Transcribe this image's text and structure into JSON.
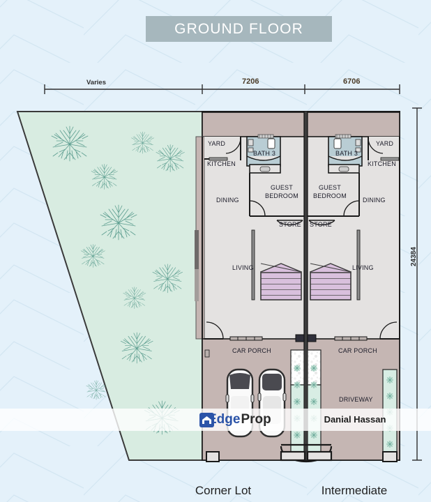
{
  "title": {
    "text": "GROUND FLOOR",
    "banner_color": "#a6b7bd"
  },
  "dimensions": {
    "top": [
      {
        "label": "Varies",
        "style": "plain"
      },
      {
        "label": "7206",
        "style": "bold"
      },
      {
        "label": "6706",
        "style": "bold"
      }
    ],
    "right": {
      "label": "24384"
    }
  },
  "units": {
    "left": {
      "caption": "Corner Lot",
      "rooms": [
        {
          "name": "YARD",
          "label": "YARD"
        },
        {
          "name": "KITCHEN",
          "label": "KITCHEN"
        },
        {
          "name": "BATH 3",
          "label": "BATH 3"
        },
        {
          "name": "DINING",
          "label": "DINING"
        },
        {
          "name": "GUEST BEDROOM",
          "line1": "GUEST",
          "line2": "BEDROOM"
        },
        {
          "name": "STORE",
          "label": "STORE"
        },
        {
          "name": "LIVING",
          "label": "LIVING"
        },
        {
          "name": "CAR PORCH",
          "label": "CAR PORCH"
        }
      ]
    },
    "right": {
      "caption": "Intermediate",
      "rooms": [
        {
          "name": "YARD",
          "label": "YARD"
        },
        {
          "name": "KITCHEN",
          "label": "KITCHEN"
        },
        {
          "name": "BATH 3",
          "label": "BATH 3"
        },
        {
          "name": "DINING",
          "label": "DINING"
        },
        {
          "name": "GUEST BEDROOM",
          "line1": "GUEST",
          "line2": "BEDROOM"
        },
        {
          "name": "STORE",
          "label": "STORE"
        },
        {
          "name": "LIVING",
          "label": "LIVING"
        },
        {
          "name": "CAR PORCH",
          "label": "CAR PORCH"
        },
        {
          "name": "DRIVEWAY",
          "label": "DRIVEWAY"
        }
      ]
    }
  },
  "labels": {
    "yard_left": "YARD",
    "yard_right": "YARD",
    "kitchen_left": "KITCHEN",
    "kitchen_right": "KITCHEN",
    "bath_left": "BATH 3",
    "bath_right": "BATH 3",
    "dining_left": "DINING",
    "dining_right": "DINING",
    "guest_left_1": "GUEST",
    "guest_left_2": "BEDROOM",
    "guest_right_1": "GUEST",
    "guest_right_2": "BEDROOM",
    "store_left": "STORE",
    "store_right": "STORE",
    "living_left": "LIVING",
    "living_right": "LIVING",
    "porch_left": "CAR PORCH",
    "porch_right": "CAR PORCH",
    "driveway": "DRIVEWAY"
  },
  "captions": {
    "corner": "Corner Lot",
    "intermediate": "Intermediate"
  },
  "watermark": {
    "brand_edge": "Edge",
    "brand_prop": "Prop",
    "agent": "Danial Hassan",
    "brand_color": "#2b53a8"
  },
  "colors": {
    "background": "#e4f1fa",
    "garden": "#d8ece1",
    "interior": "#e4e2e1",
    "service_band": "#c5b6b3",
    "bath_fill": "#b9cdd4",
    "stair_fill": "#d9c0dd",
    "planter": "#d8ede4",
    "wall": "#1a1a1a"
  }
}
